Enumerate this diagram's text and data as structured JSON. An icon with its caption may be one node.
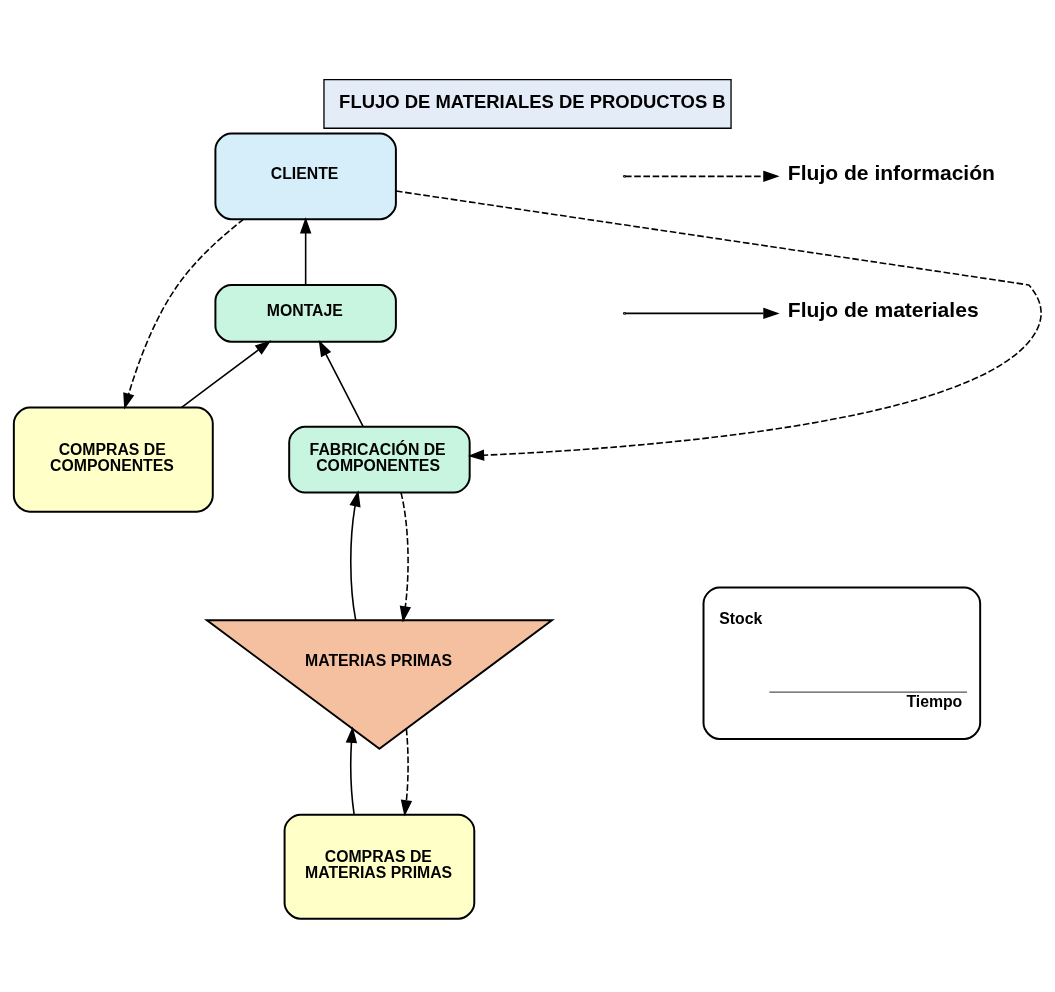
{
  "diagram": {
    "title": "FLUJO DE MATERIALES DE PRODUCTOS B",
    "nodes": [
      {
        "text": [
          "CLIENTE"
        ]
      },
      {
        "text": [
          "MONTAJE"
        ]
      },
      {
        "text": [
          "COMPRAS DE COMPONENTES"
        ]
      },
      {
        "text": [
          "FABRICACIÓN DE COMPONENTES"
        ]
      },
      {
        "text": [
          "MATERIAS PRIMAS"
        ]
      },
      {
        "text": [
          "COMPRAS DE MATERIAS PRIMAS"
        ]
      },
      {
        "text": [
          "Stock",
          "Tiempo"
        ]
      }
    ],
    "edges": [
      {
        "from": 0,
        "to": 2,
        "arrow": "to",
        "style": "dashed"
      },
      {
        "from": 0,
        "to": 3,
        "arrow": "to",
        "style": "dashed"
      },
      {
        "from": 1,
        "to": 0,
        "arrow": "to"
      },
      {
        "from": 2,
        "to": 1,
        "arrow": "to"
      },
      {
        "from": 3,
        "to": 1,
        "arrow": "to"
      },
      {
        "from": 3,
        "to": 4,
        "arrow": "to",
        "style": "dashed"
      },
      {
        "from": 4,
        "to": 3,
        "arrow": "to"
      },
      {
        "from": 4,
        "to": 5,
        "arrow": "to",
        "style": "dashed"
      },
      {
        "from": 5,
        "to": 4,
        "arrow": "to"
      }
    ],
    "legend": [
      {
        "text": "Flujo de información"
      },
      {
        "text": "Flujo de materiales"
      }
    ]
  }
}
